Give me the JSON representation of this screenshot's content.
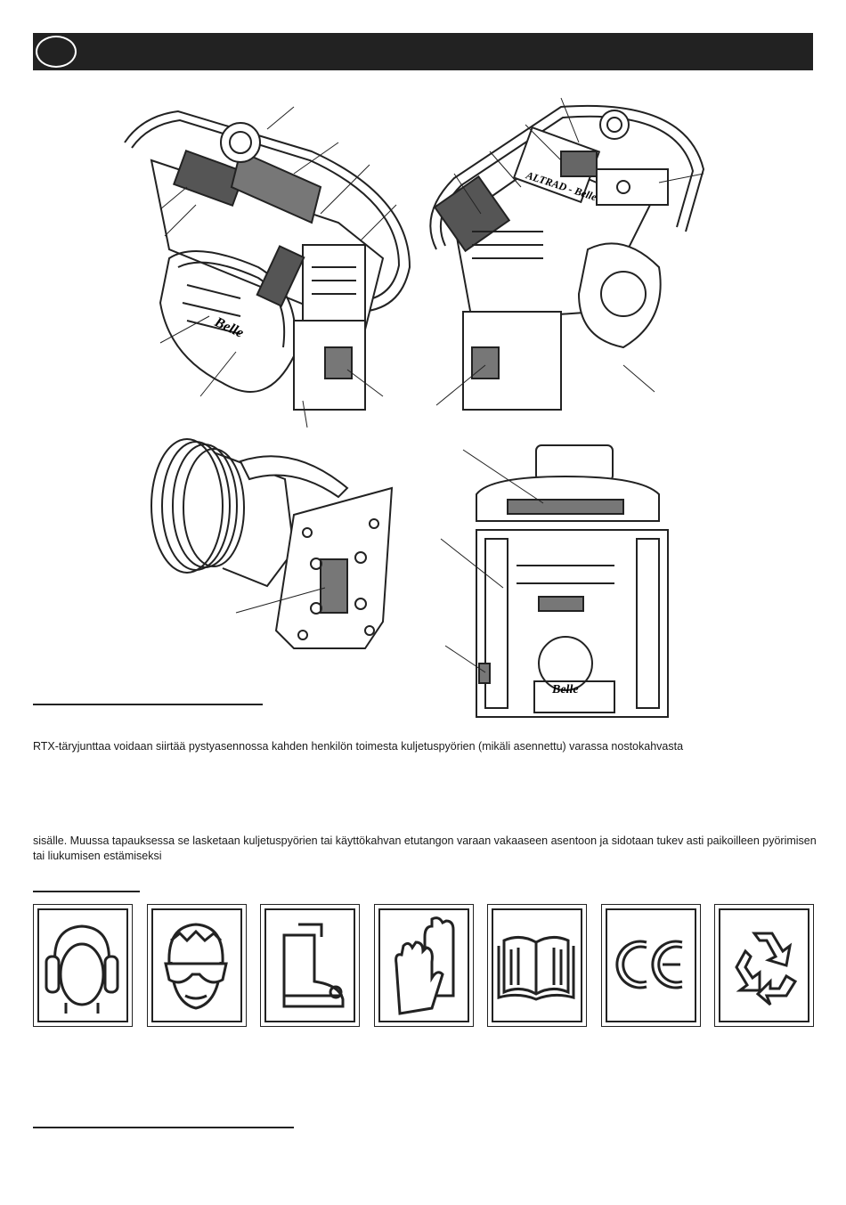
{
  "header": {
    "language_badge": ""
  },
  "transport": {
    "paragraph_1": "RTX-täryjunttaa voidaan siirtää pystyasennossa kahden henkilön toimesta kuljetuspyörien (mikäli asennettu) varassa nostokahvasta",
    "paragraph_2": "sisälle. Muussa tapauksessa se lasketaan kuljetuspyörien tai käyttökahvan etutangon varaan vakaaseen asentoon ja sidotaan tukev asti paikoilleen pyörimisen tai liukumisen estämiseksi"
  },
  "figures": {
    "front_brand_text": "ALTRAD - Belle",
    "guard_brand_text": "Belle",
    "rear_brand_text": "Belle"
  },
  "symbols": [
    "ear-protection-icon",
    "eye-protection-icon",
    "safety-boots-icon",
    "gloves-icon",
    "manual-book-icon",
    "ce-mark-icon",
    "recycle-icon"
  ]
}
